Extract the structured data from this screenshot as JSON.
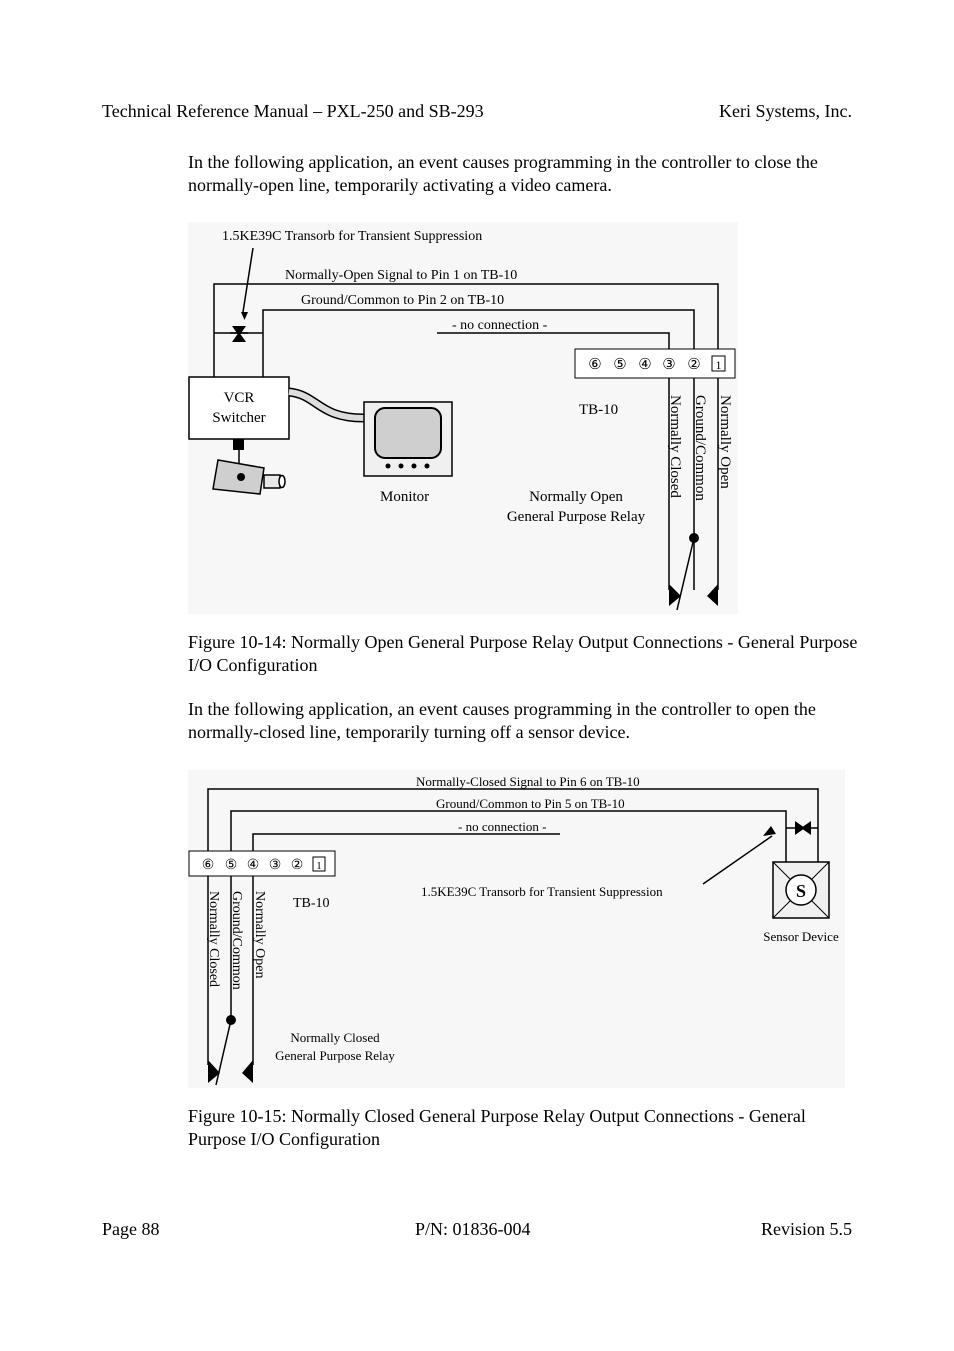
{
  "header": {
    "left": "Technical Reference Manual – PXL-250 and SB-293",
    "right": "Keri Systems, Inc."
  },
  "intro_1": "In the following application, an event causes programming in the controller to close the normally-open line, temporarily activating a video camera.",
  "figure_1": {
    "transorb_label": "1.5KE39C Transorb for Transient Suppression",
    "signal_label": "Normally-Open Signal to Pin 1 on TB-10",
    "ground_label": "Ground/Common to Pin 2 on TB-10",
    "no_connection_label": "- no connection -",
    "pins": [
      "⑥",
      "⑤",
      "④",
      "③",
      "②",
      "1"
    ],
    "tb_label": "TB-10",
    "vcr_line1": "VCR",
    "vcr_line2": "Switcher",
    "monitor_label": "Monitor",
    "relay_line1": "Normally Open",
    "relay_line2": "General Purpose Relay",
    "wire_labels": [
      "Normally Closed",
      "Ground/Common",
      "Normally Open"
    ]
  },
  "caption_1": "Figure 10-14: Normally Open General Purpose Relay Output Connections - General Purpose I/O Configuration",
  "intro_2": "In the following application, an event causes programming in the controller to open the normally-closed line, temporarily turning off a sensor device.",
  "figure_2": {
    "signal_label": "Normally-Closed Signal to Pin 6 on TB-10",
    "ground_label": "Ground/Common to Pin 5 on TB-10",
    "no_connection_label": "- no connection -",
    "pins": [
      "⑥",
      "⑤",
      "④",
      "③",
      "②",
      "1"
    ],
    "tb_label": "TB-10",
    "transorb_label": "1.5KE39C Transorb for Transient Suppression",
    "sensor_letter": "S",
    "sensor_label": "Sensor Device",
    "relay_line1": "Normally Closed",
    "relay_line2": "General Purpose Relay",
    "wire_labels": [
      "Normally Closed",
      "Ground/Common",
      "Normally Open"
    ]
  },
  "caption_2": "Figure 10-15: Normally Closed General Purpose Relay Output Connections - General Purpose I/O Configuration",
  "footer": {
    "page": "Page 88",
    "part_number": "P/N: 01836-004",
    "revision": "Revision 5.5"
  }
}
